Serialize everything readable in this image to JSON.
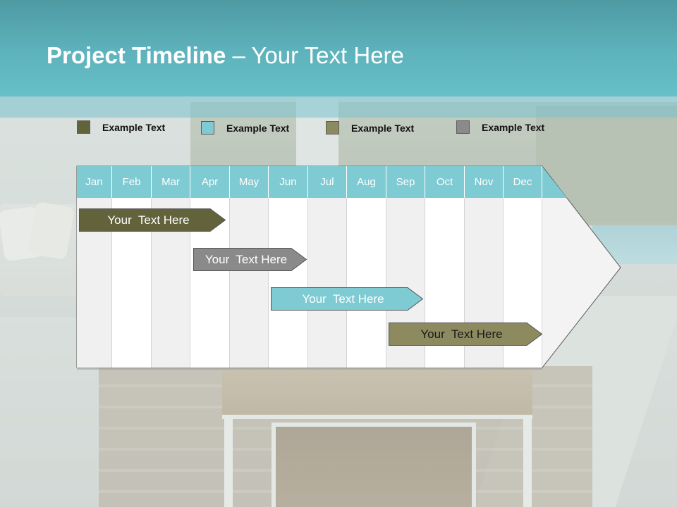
{
  "header": {
    "title_bold": "Project Timeline",
    "title_rest": " – Your Text Here"
  },
  "legend": [
    {
      "label": "Example Text",
      "color": "#62633a"
    },
    {
      "label": "Example Text",
      "color": "#7ecbd3"
    },
    {
      "label": "Example Text",
      "color": "#8c8a5e"
    },
    {
      "label": "Example Text",
      "color": "#8a8a8a"
    }
  ],
  "timeline": {
    "months": [
      "Jan",
      "Feb",
      "Mar",
      "Apr",
      "May",
      "Jun",
      "Jul",
      "Aug",
      "Sep",
      "Oct",
      "Nov",
      "Dec"
    ],
    "header_color": "#7ecbd3",
    "tasks": [
      {
        "label": "Your  Text Here",
        "color": "#62633a",
        "text_color": "#ffffff"
      },
      {
        "label": "Your  Text Here",
        "color": "#8a8a8a",
        "text_color": "#ffffff"
      },
      {
        "label": "Your  Text Here",
        "color": "#7ecbd3",
        "text_color": "#ffffff"
      },
      {
        "label": "Your  Text Here",
        "color": "#8c8a5e",
        "text_color": "#1a1a1a"
      }
    ]
  }
}
